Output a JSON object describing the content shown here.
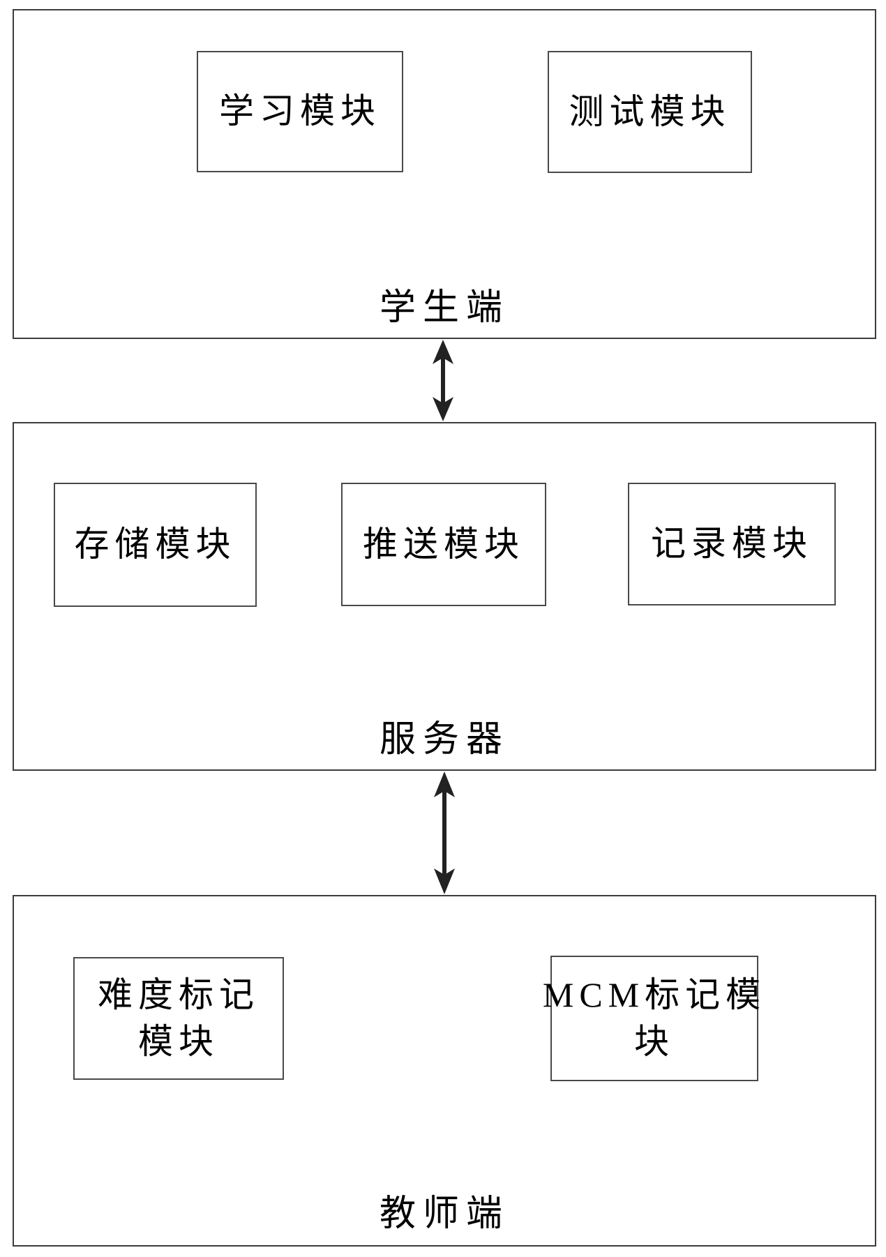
{
  "student": {
    "label": "学生端",
    "modules": [
      {
        "label": "学习模块"
      },
      {
        "label": "测试模块"
      }
    ]
  },
  "server": {
    "label": "服务器",
    "modules": [
      {
        "label": "存储模块"
      },
      {
        "label": "推送模块"
      },
      {
        "label": "记录模块"
      }
    ]
  },
  "teacher": {
    "label": "教师端",
    "modules": [
      {
        "line1": "难度标记",
        "line2": "模块"
      },
      {
        "line1": "MCM标记模",
        "line2": "块"
      }
    ]
  },
  "colors": {
    "border": "#3c3c3c",
    "arrow": "#222222",
    "text": "#000000",
    "background": "#ffffff"
  }
}
